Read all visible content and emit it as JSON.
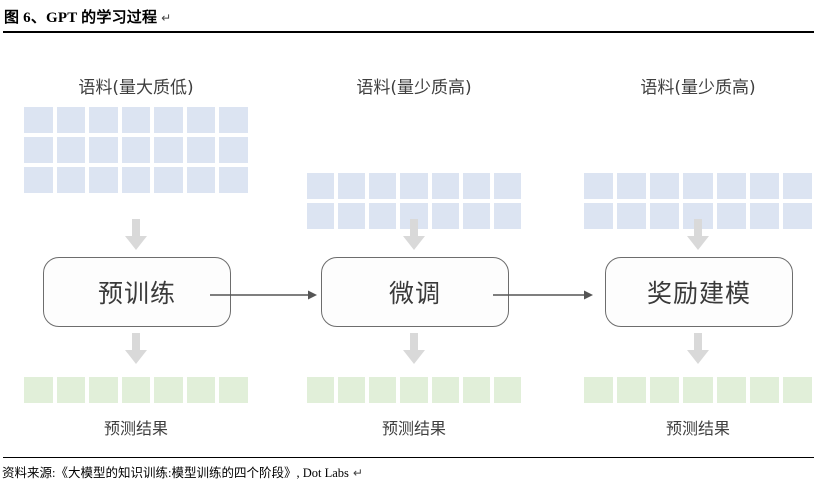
{
  "figure": {
    "title": "图 6、GPT 的学习过程",
    "title_mark": "↵",
    "source": "资料来源:《大模型的知识训练:模型训练的四个阶段》, Dot Labs",
    "source_mark": "↵"
  },
  "colors": {
    "corpus_cell": "#dce4f2",
    "result_cell": "#e1efd9",
    "box_border": "#6d6d6d",
    "arrow_block": "#d9d9d9",
    "connector_line": "#555555",
    "text": "#3f3f3f"
  },
  "stages": [
    {
      "corpus_label": "语料(量大质低)",
      "corpus_rows": 3,
      "corpus_cols": 7,
      "flow_arrow_in": "down-block-arrow",
      "process_label": "预训练",
      "flow_arrow_out": "down-block-arrow",
      "result_rows": 1,
      "result_cols": 7,
      "result_label": "预测结果",
      "next_connector": "arrow-right"
    },
    {
      "corpus_label": "语料(量少质高)",
      "corpus_rows": 2,
      "corpus_cols": 7,
      "flow_arrow_in": "down-block-arrow",
      "process_label": "微调",
      "flow_arrow_out": "down-block-arrow",
      "result_rows": 1,
      "result_cols": 7,
      "result_label": "预测结果",
      "next_connector": "arrow-right"
    },
    {
      "corpus_label": "语料(量少质高)",
      "corpus_rows": 2,
      "corpus_cols": 7,
      "flow_arrow_in": "down-block-arrow",
      "process_label": "奖励建模",
      "flow_arrow_out": "down-block-arrow",
      "result_rows": 1,
      "result_cols": 7,
      "result_label": "预测结果",
      "next_connector": null
    }
  ]
}
